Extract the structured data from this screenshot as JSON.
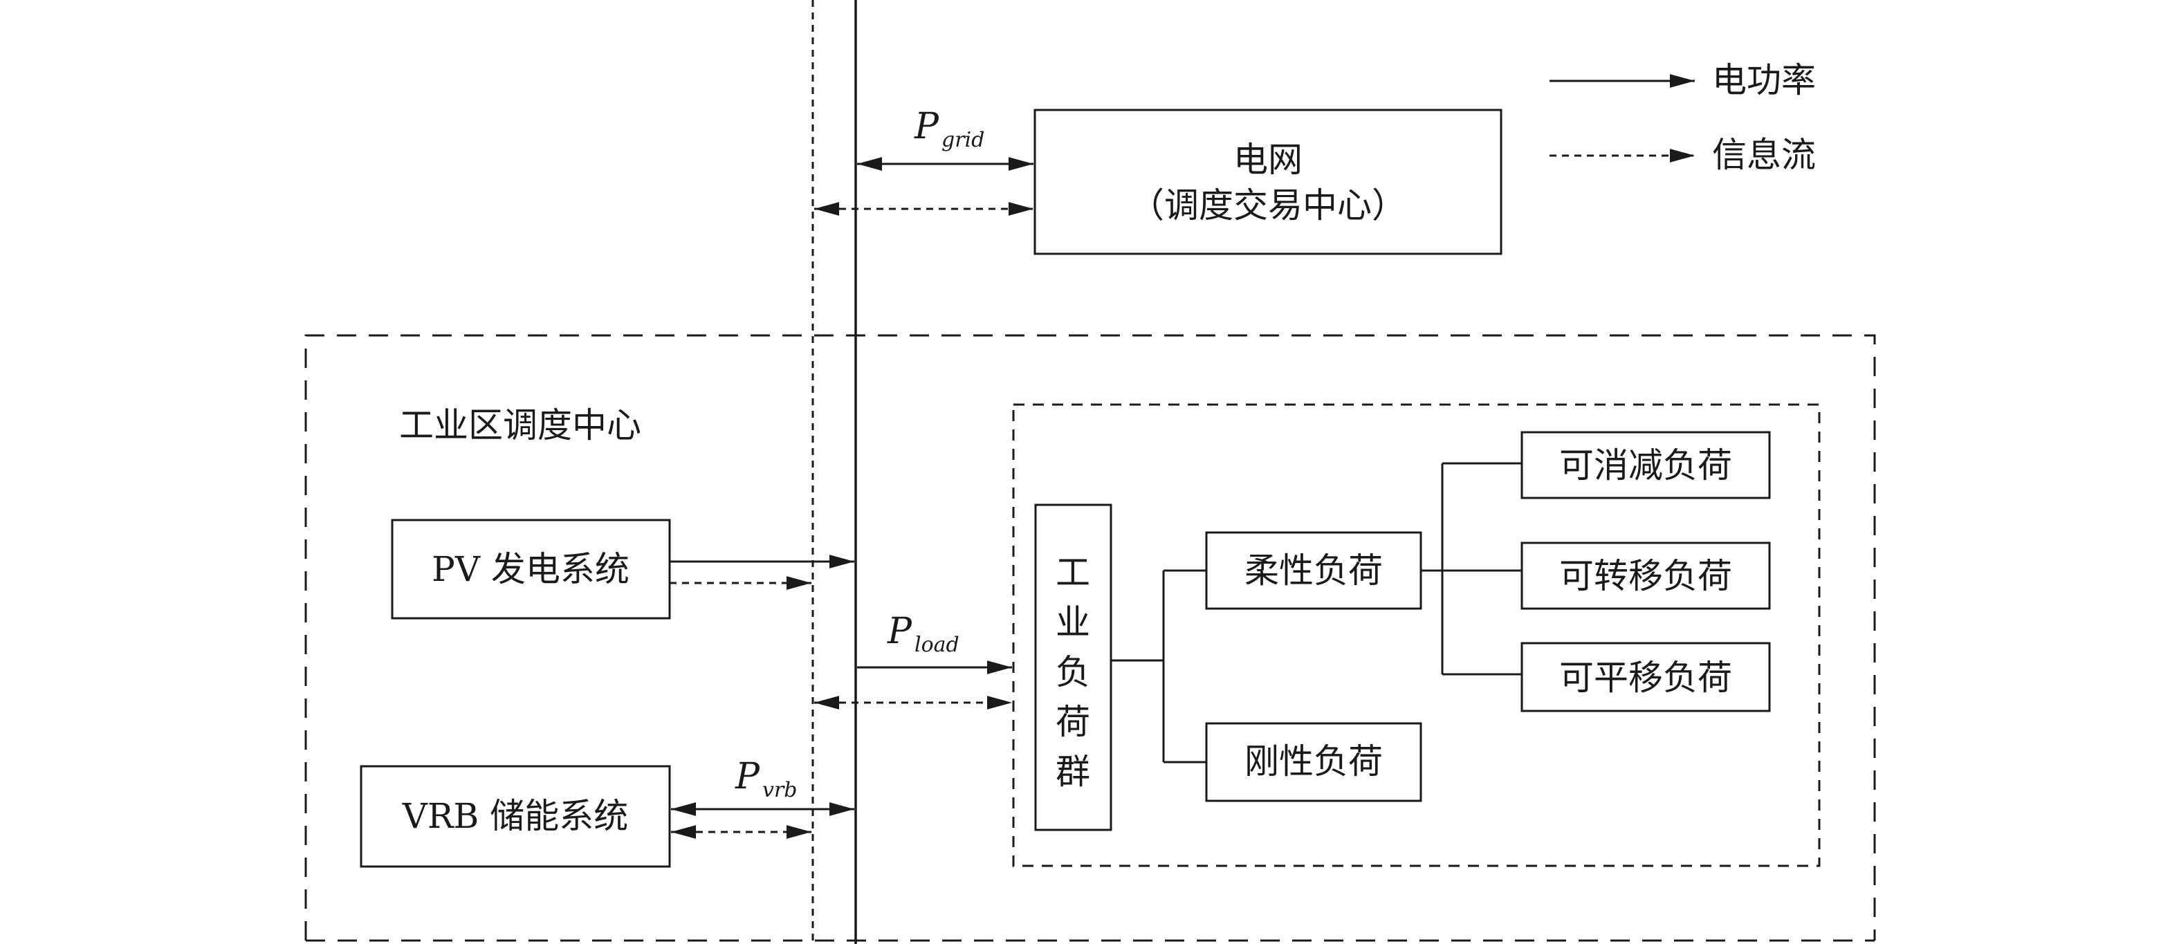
{
  "legend": {
    "power_label": "电功率",
    "info_label": "信息流"
  },
  "grid": {
    "line1": "电网",
    "line2": "（调度交易中心）"
  },
  "region": {
    "title": "工业区调度中心"
  },
  "nodes": {
    "pv": "PV 发电系统",
    "vrb": "VRB 储能系统",
    "industrial_group_chars": [
      "工",
      "业",
      "负",
      "荷",
      "群"
    ],
    "flexible": "柔性负荷",
    "rigid": "刚性负荷",
    "reducible": "可消减负荷",
    "transferable": "可转移负荷",
    "shiftable": "可平移负荷"
  },
  "flows": {
    "grid": {
      "symbol": "P",
      "subscript": "grid"
    },
    "load": {
      "symbol": "P",
      "subscript": "load"
    },
    "vrb": {
      "symbol": "P",
      "subscript": "vrb"
    }
  }
}
